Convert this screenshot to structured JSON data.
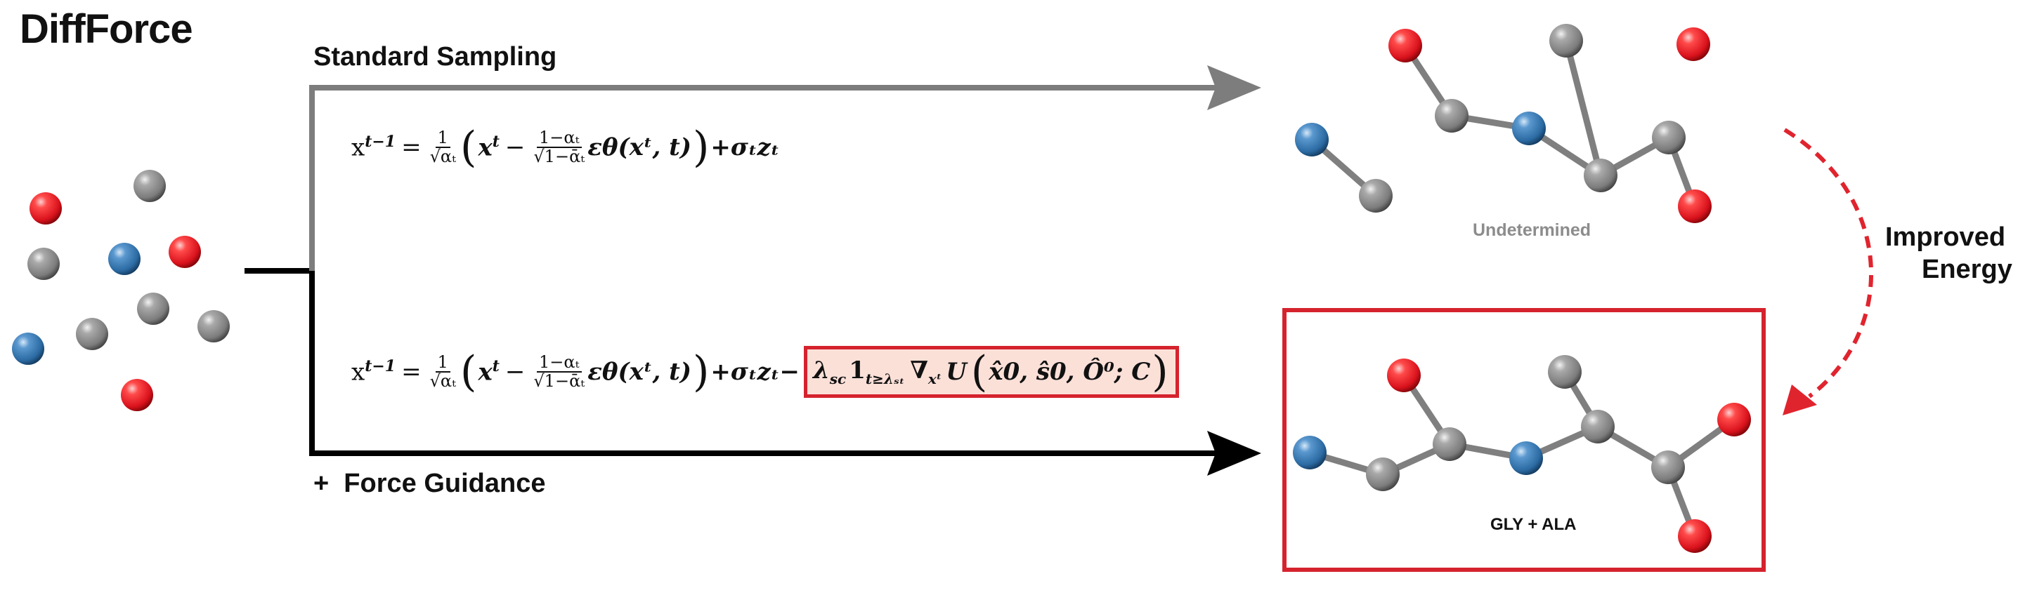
{
  "title": "DiffForce",
  "top_branch": {
    "label": "Standard Sampling"
  },
  "bottom_branch": {
    "label": "+  Force Guidance"
  },
  "equations": {
    "standard": {
      "lhs": "x",
      "lhs_sup": "t−1",
      "eq": "=",
      "f1_num": "1",
      "f1_den": "√αₜ",
      "x": "x",
      "x_sup": "t",
      "minus": "−",
      "f2_num": "1−αₜ",
      "f2_den": "√1−ᾱₜ",
      "eps": "εθ(xᵗ, t)",
      "tail": "+σₜzₜ"
    },
    "guided": {
      "lhs": "x",
      "lhs_sup": "t−1",
      "eq": "=",
      "f1_num": "1",
      "f1_den": "√αₜ",
      "x": "x",
      "x_sup": "t",
      "minus": "−",
      "f2_num": "1−αₜ",
      "f2_den": "√1−ᾱₜ",
      "eps": "εθ(xᵗ, t)",
      "tail": "+σₜzₜ−",
      "guidance_lambda": "λ",
      "guidance_lambda_sub": "sc",
      "guidance_indicator": "1",
      "guidance_indicator_sub": "t≥λₛₜ",
      "guidance_grad": "∇",
      "guidance_grad_sub": "xᵗ",
      "guidance_U": "U",
      "guidance_args": "x̂0, ŝ0, Ô⁰; C"
    }
  },
  "labels": {
    "undetermined": "Undetermined",
    "result": "GLY + ALA",
    "improved": [
      "Improved",
      "Energy"
    ]
  },
  "colors": {
    "red_atom": "#e11b24",
    "blue_atom": "#2f6fa6",
    "gray_atom": "#8b8b8b",
    "top_arrow": "#7d7d7d",
    "bottom_arrow": "#000000",
    "highlight_border": "#d5232e",
    "highlight_fill": "#fbe0d8",
    "undetermined_text": "#8c8c8c"
  }
}
